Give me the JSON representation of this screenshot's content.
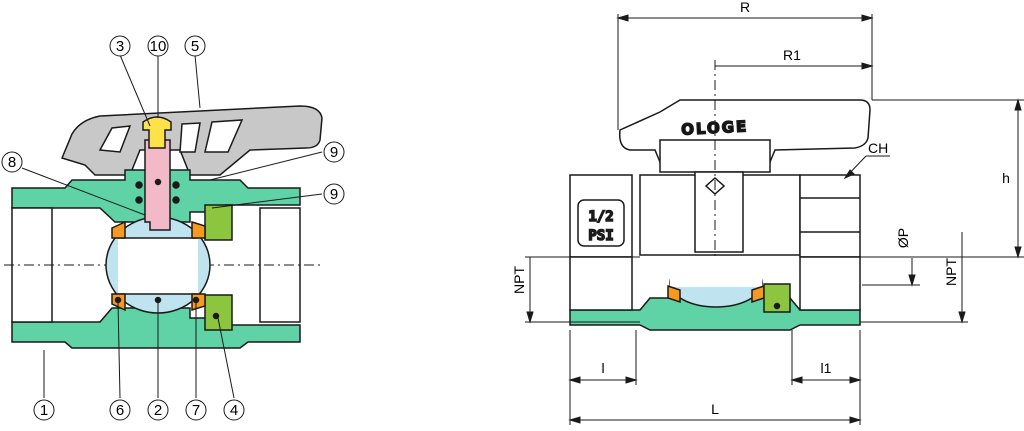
{
  "colors": {
    "body": "#5fd3a6",
    "handle": "#c8c8c8",
    "stem": "#f2b9c8",
    "ball": "#bfe3ef",
    "seat": "#f59a1e",
    "nut": "#8cc63f",
    "screw": "#ffe14a",
    "outline": "#1a1a1a"
  },
  "callouts": {
    "c1": "1",
    "c2": "2",
    "c3": "3",
    "c4": "4",
    "c5": "5",
    "c6": "6",
    "c7": "7",
    "c8": "8",
    "c9a": "9",
    "c9b": "9",
    "c10": "10"
  },
  "dimensions": {
    "R": "R",
    "R1": "R1",
    "CH": "CH",
    "h": "h",
    "OP": "ØP",
    "NPT_left": "NPT",
    "NPT_right": "NPT",
    "l": "l",
    "l1": "l1",
    "L": "L"
  },
  "labels": {
    "size": "1/2",
    "unit": "PSI",
    "logo": "OLOGE"
  }
}
